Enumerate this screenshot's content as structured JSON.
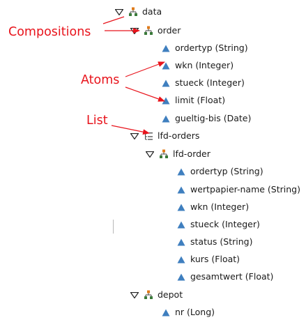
{
  "tree": {
    "nodes": [
      {
        "label": "data",
        "kind": "composition",
        "expanded": true
      },
      {
        "label": "order",
        "kind": "composition",
        "expanded": true
      },
      {
        "label": "ordertyp (String)",
        "kind": "atom"
      },
      {
        "label": "wkn (Integer)",
        "kind": "atom"
      },
      {
        "label": "stueck (Integer)",
        "kind": "atom"
      },
      {
        "label": "limit (Float)",
        "kind": "atom"
      },
      {
        "label": "gueltig-bis (Date)",
        "kind": "atom"
      },
      {
        "label": "lfd-orders",
        "kind": "list",
        "expanded": true
      },
      {
        "label": "lfd-order",
        "kind": "composition",
        "expanded": true
      },
      {
        "label": "ordertyp (String)",
        "kind": "atom"
      },
      {
        "label": "wertpapier-name (String)",
        "kind": "atom"
      },
      {
        "label": "wkn (Integer)",
        "kind": "atom"
      },
      {
        "label": "stueck (Integer)",
        "kind": "atom"
      },
      {
        "label": "status (String)",
        "kind": "atom"
      },
      {
        "label": "kurs (Float)",
        "kind": "atom"
      },
      {
        "label": "gesamtwert (Float)",
        "kind": "atom"
      },
      {
        "label": "depot",
        "kind": "composition",
        "expanded": true
      },
      {
        "label": "nr (Long)",
        "kind": "atom"
      }
    ]
  },
  "annotations": {
    "compositions": "Compositions",
    "atoms": "Atoms",
    "list": "List"
  },
  "colors": {
    "annotation": "#e8141c",
    "atom_icon": "#3f7fbf",
    "composition_top": "#e07b1a",
    "composition_bottom": "#3a7a3a",
    "toggle": "#222222"
  },
  "icons": {
    "toggle": "triangle-down-icon",
    "composition": "composition-icon",
    "atom": "atom-icon",
    "list": "list-icon"
  }
}
